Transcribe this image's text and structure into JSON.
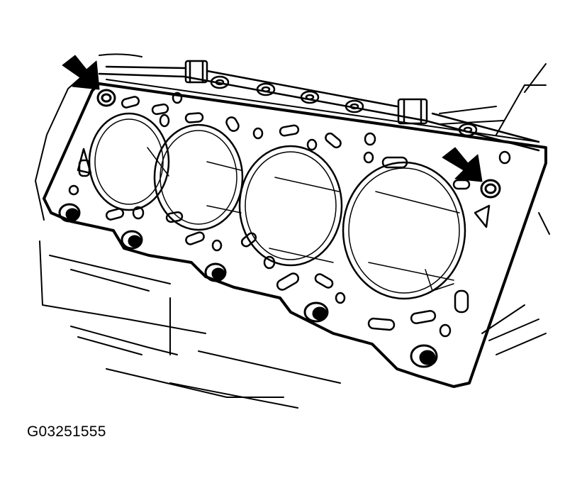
{
  "figure": {
    "id_label": "G03251555"
  },
  "diagram": {
    "subject": "cylinder-head-gasket",
    "cylinder_bores": 4,
    "callout_arrows": 2,
    "colors": {
      "line": "#000000",
      "background": "#ffffff"
    }
  }
}
